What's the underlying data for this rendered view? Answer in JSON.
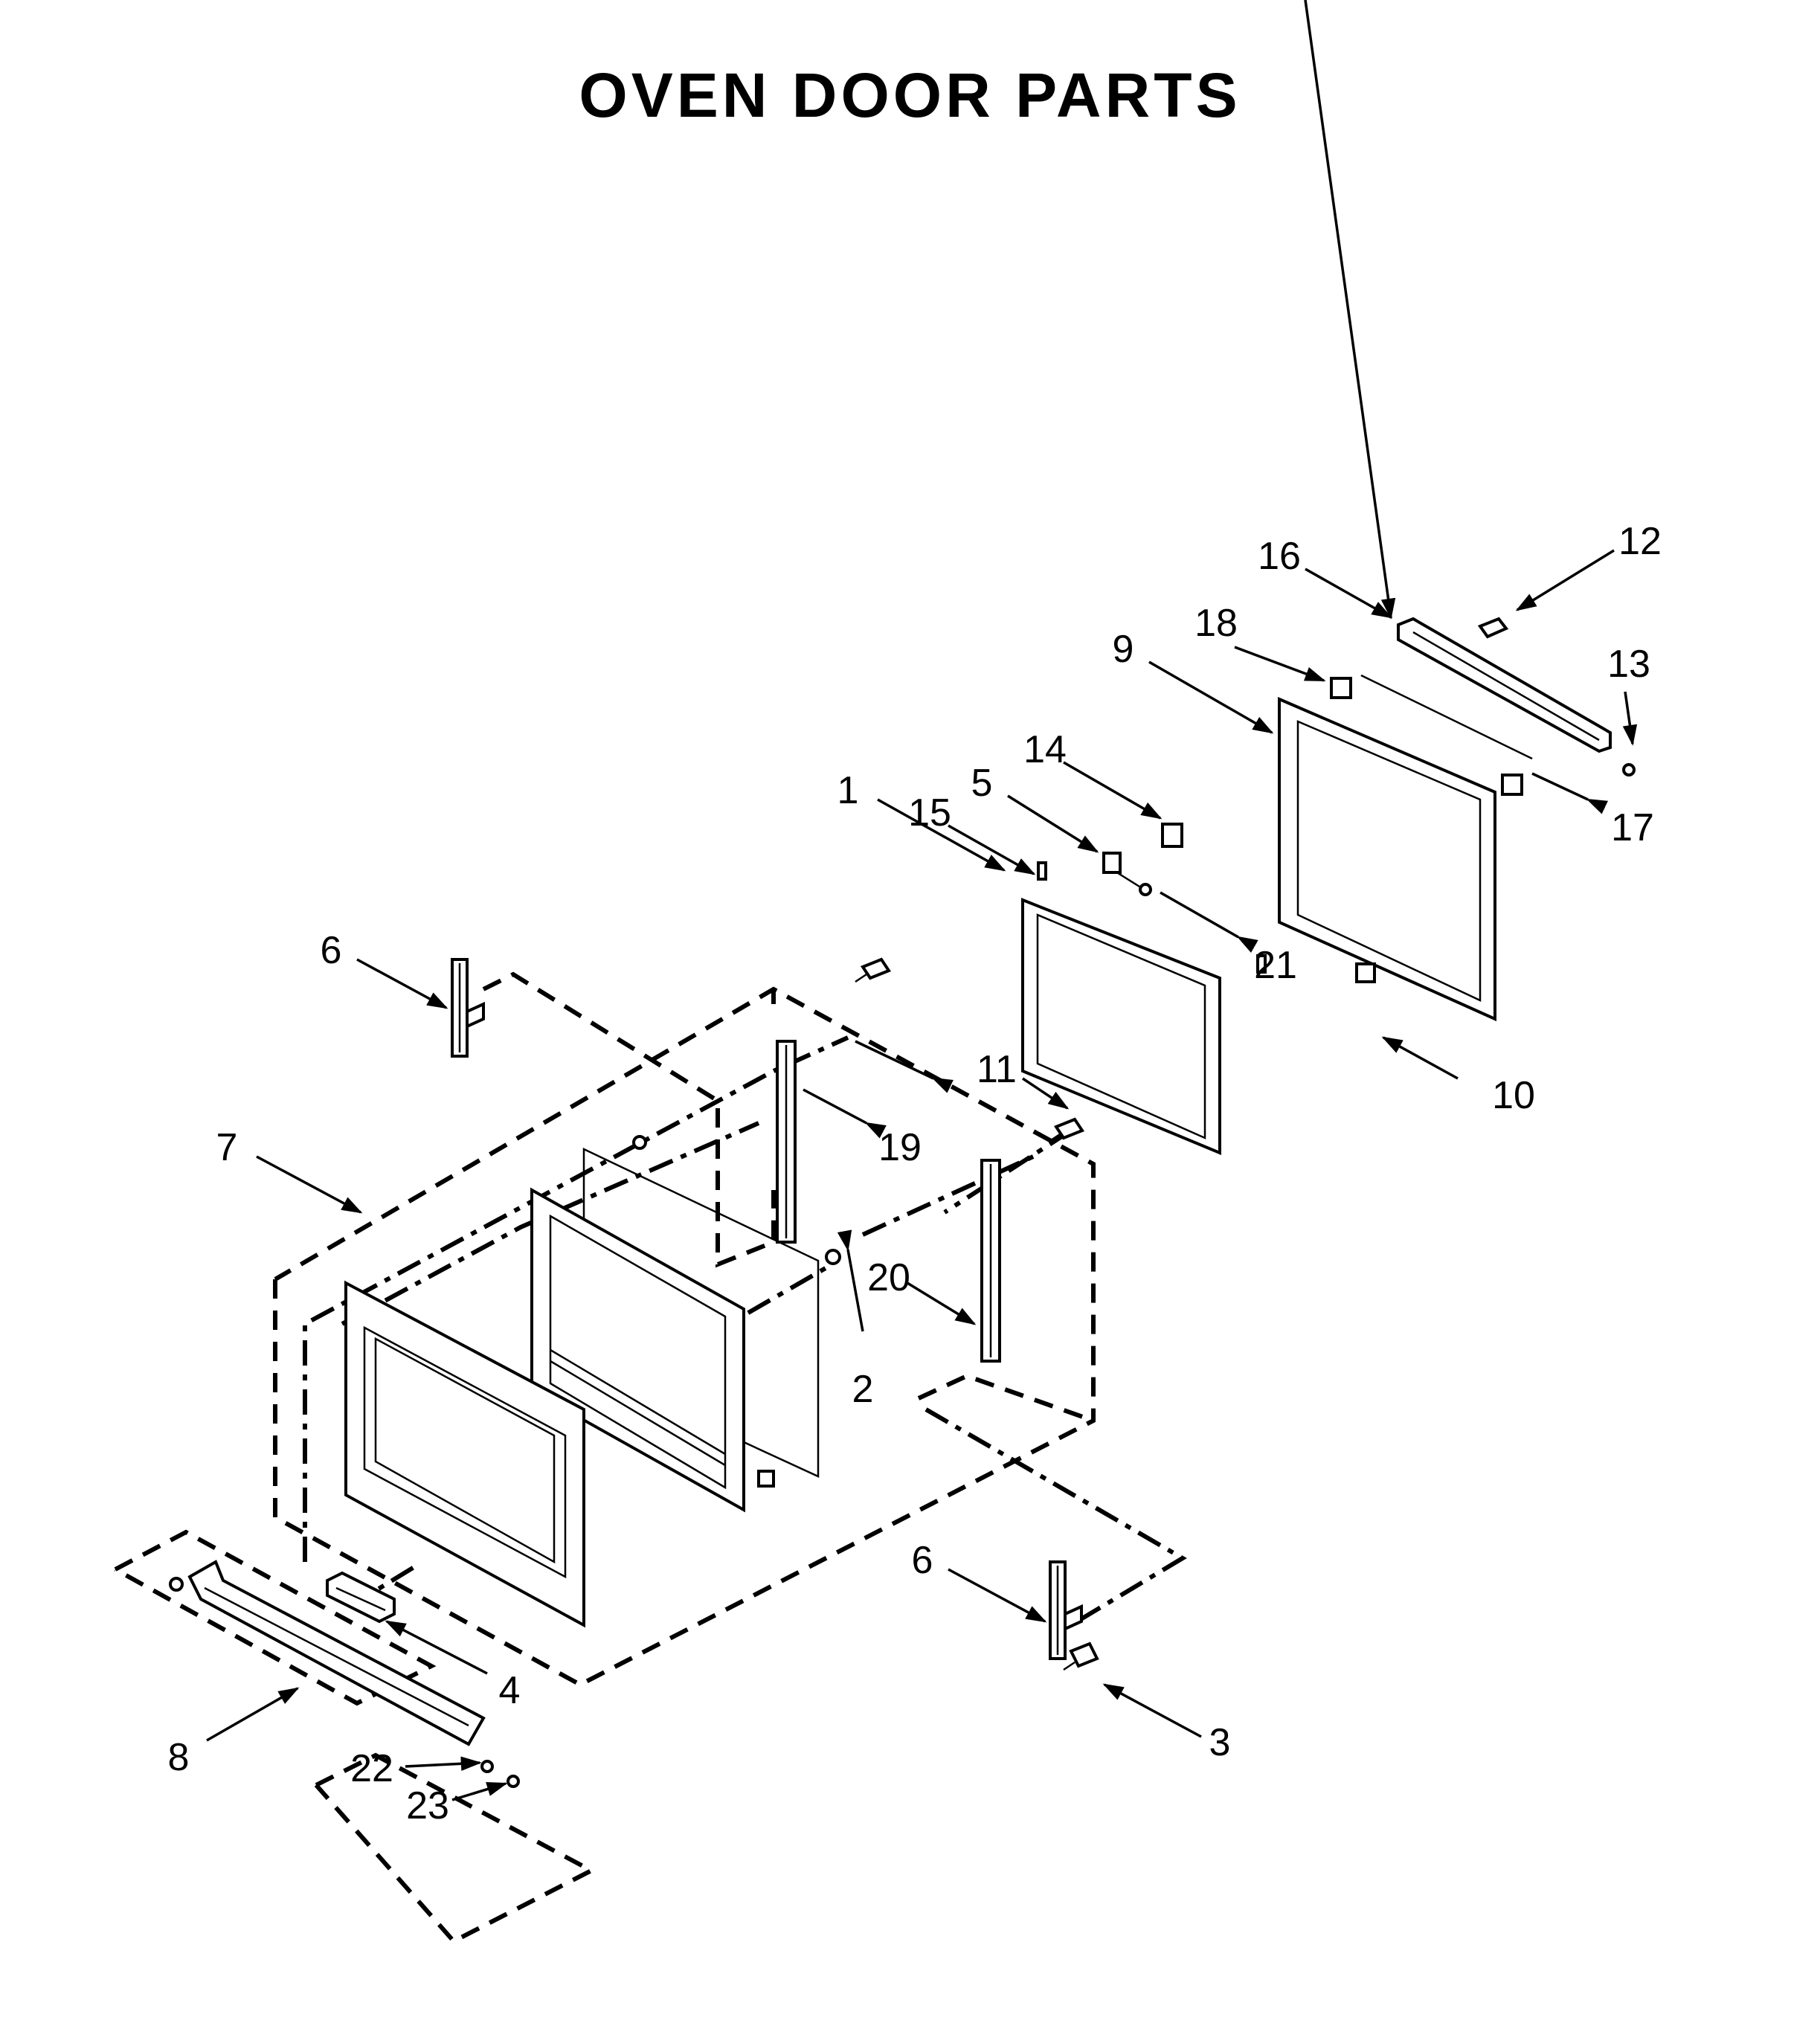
{
  "title": "OVEN DOOR PARTS",
  "callouts": [
    {
      "id": "c1",
      "text": "1"
    },
    {
      "id": "c2",
      "text": "2"
    },
    {
      "id": "c3",
      "text": "3"
    },
    {
      "id": "c4",
      "text": "4"
    },
    {
      "id": "c5",
      "text": "5"
    },
    {
      "id": "c6a",
      "text": "6"
    },
    {
      "id": "c6b",
      "text": "6"
    },
    {
      "id": "c7",
      "text": "7"
    },
    {
      "id": "c8",
      "text": "8"
    },
    {
      "id": "c9",
      "text": "9"
    },
    {
      "id": "c10",
      "text": "10"
    },
    {
      "id": "c11",
      "text": "11"
    },
    {
      "id": "c12",
      "text": "12"
    },
    {
      "id": "c13",
      "text": "13"
    },
    {
      "id": "c14",
      "text": "14"
    },
    {
      "id": "c15",
      "text": "15"
    },
    {
      "id": "c16",
      "text": "16"
    },
    {
      "id": "c17",
      "text": "17"
    },
    {
      "id": "c18",
      "text": "18"
    },
    {
      "id": "c19",
      "text": "19"
    },
    {
      "id": "c20",
      "text": "20"
    },
    {
      "id": "c21",
      "text": "21"
    },
    {
      "id": "c22",
      "text": "22"
    },
    {
      "id": "c23",
      "text": "23"
    }
  ]
}
